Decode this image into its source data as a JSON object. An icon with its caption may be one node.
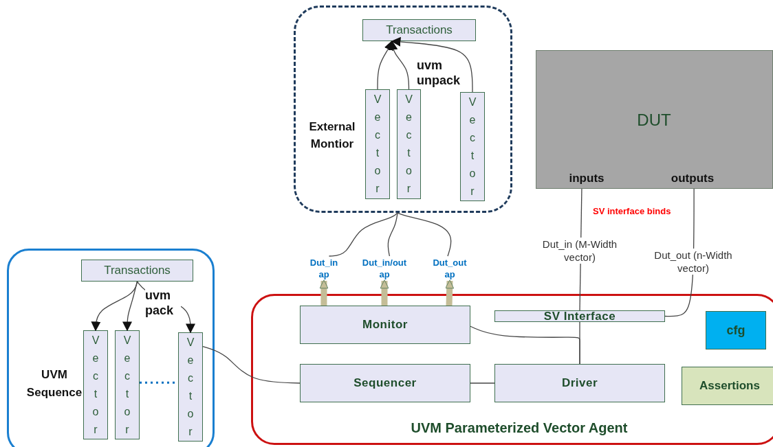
{
  "diagram": {
    "nodes": [
      {
        "text": [
          "External Montior"
        ]
      },
      {
        "text": [
          "Transactions"
        ],
        "in": 0
      },
      {
        "text": [
          "Vector"
        ],
        "in": 0
      },
      {
        "text": [
          "Vector"
        ],
        "in": 0
      },
      {
        "text": [
          "Vector"
        ],
        "in": 0
      },
      {
        "text": [
          "DUT",
          "inputs",
          "outputs"
        ]
      },
      {
        "text": [
          "UVM Sequence"
        ]
      },
      {
        "text": [
          "Transactions"
        ],
        "in": 6
      },
      {
        "text": [
          "Vector"
        ],
        "in": 6
      },
      {
        "text": [
          "Vector"
        ],
        "in": 6
      },
      {
        "text": [
          "Vector"
        ],
        "in": 6
      },
      {
        "text": [
          "UVM Parameterized Vector Agent"
        ]
      },
      {
        "text": [
          "Monitor"
        ],
        "in": 11
      },
      {
        "text": [
          "SV Interface"
        ],
        "in": 11
      },
      {
        "text": [
          "cfg"
        ],
        "in": 11
      },
      {
        "text": [
          "Sequencer"
        ],
        "in": 11
      },
      {
        "text": [
          "Driver"
        ],
        "in": 11
      },
      {
        "text": [
          "Assertions"
        ],
        "in": 11
      },
      {
        "text": [
          "Dut_in ap"
        ]
      },
      {
        "text": [
          "Dut_in/out ap"
        ]
      },
      {
        "text": [
          "Dut_out ap"
        ]
      }
    ],
    "edges": [
      {
        "from": 2,
        "to": 1,
        "arrow": "to"
      },
      {
        "from": 3,
        "to": 1,
        "arrow": "to"
      },
      {
        "from": 4,
        "to": 1,
        "arrow": "to"
      },
      {
        "from": 7,
        "to": 8,
        "arrow": "to"
      },
      {
        "from": 7,
        "to": 9,
        "arrow": "to"
      },
      {
        "from": 7,
        "to": 10,
        "arrow": "to"
      },
      {
        "from": 9,
        "to": 10,
        "arrow": "none",
        "style": "dashed",
        "color": "#0070c0"
      },
      {
        "from": 10,
        "to": 15,
        "arrow": "none"
      },
      {
        "from": 12,
        "to": 18,
        "arrow": "to",
        "style": "thick",
        "color": "#c4bd97"
      },
      {
        "from": 12,
        "to": 19,
        "arrow": "to",
        "style": "thick",
        "color": "#c4bd97"
      },
      {
        "from": 12,
        "to": 20,
        "arrow": "to",
        "style": "thick",
        "color": "#c4bd97"
      },
      {
        "from": 18,
        "to": 0,
        "arrow": "none"
      },
      {
        "from": 19,
        "to": 0,
        "arrow": "none"
      },
      {
        "from": 20,
        "to": 0,
        "arrow": "none"
      },
      {
        "from": 5,
        "to": 13,
        "arrow": "none",
        "label": "Dut_in (M-Width vector)"
      },
      {
        "from": 5,
        "to": 13,
        "arrow": "none",
        "label": "Dut_out (n-Width vector)"
      },
      {
        "from": 12,
        "to": 16,
        "arrow": "none"
      },
      {
        "from": 13,
        "to": 16,
        "arrow": "none"
      },
      {
        "from": 15,
        "to": 16,
        "arrow": "none"
      }
    ],
    "labels": [
      "uvm unpack",
      "uvm pack",
      "SV interface binds"
    ]
  }
}
